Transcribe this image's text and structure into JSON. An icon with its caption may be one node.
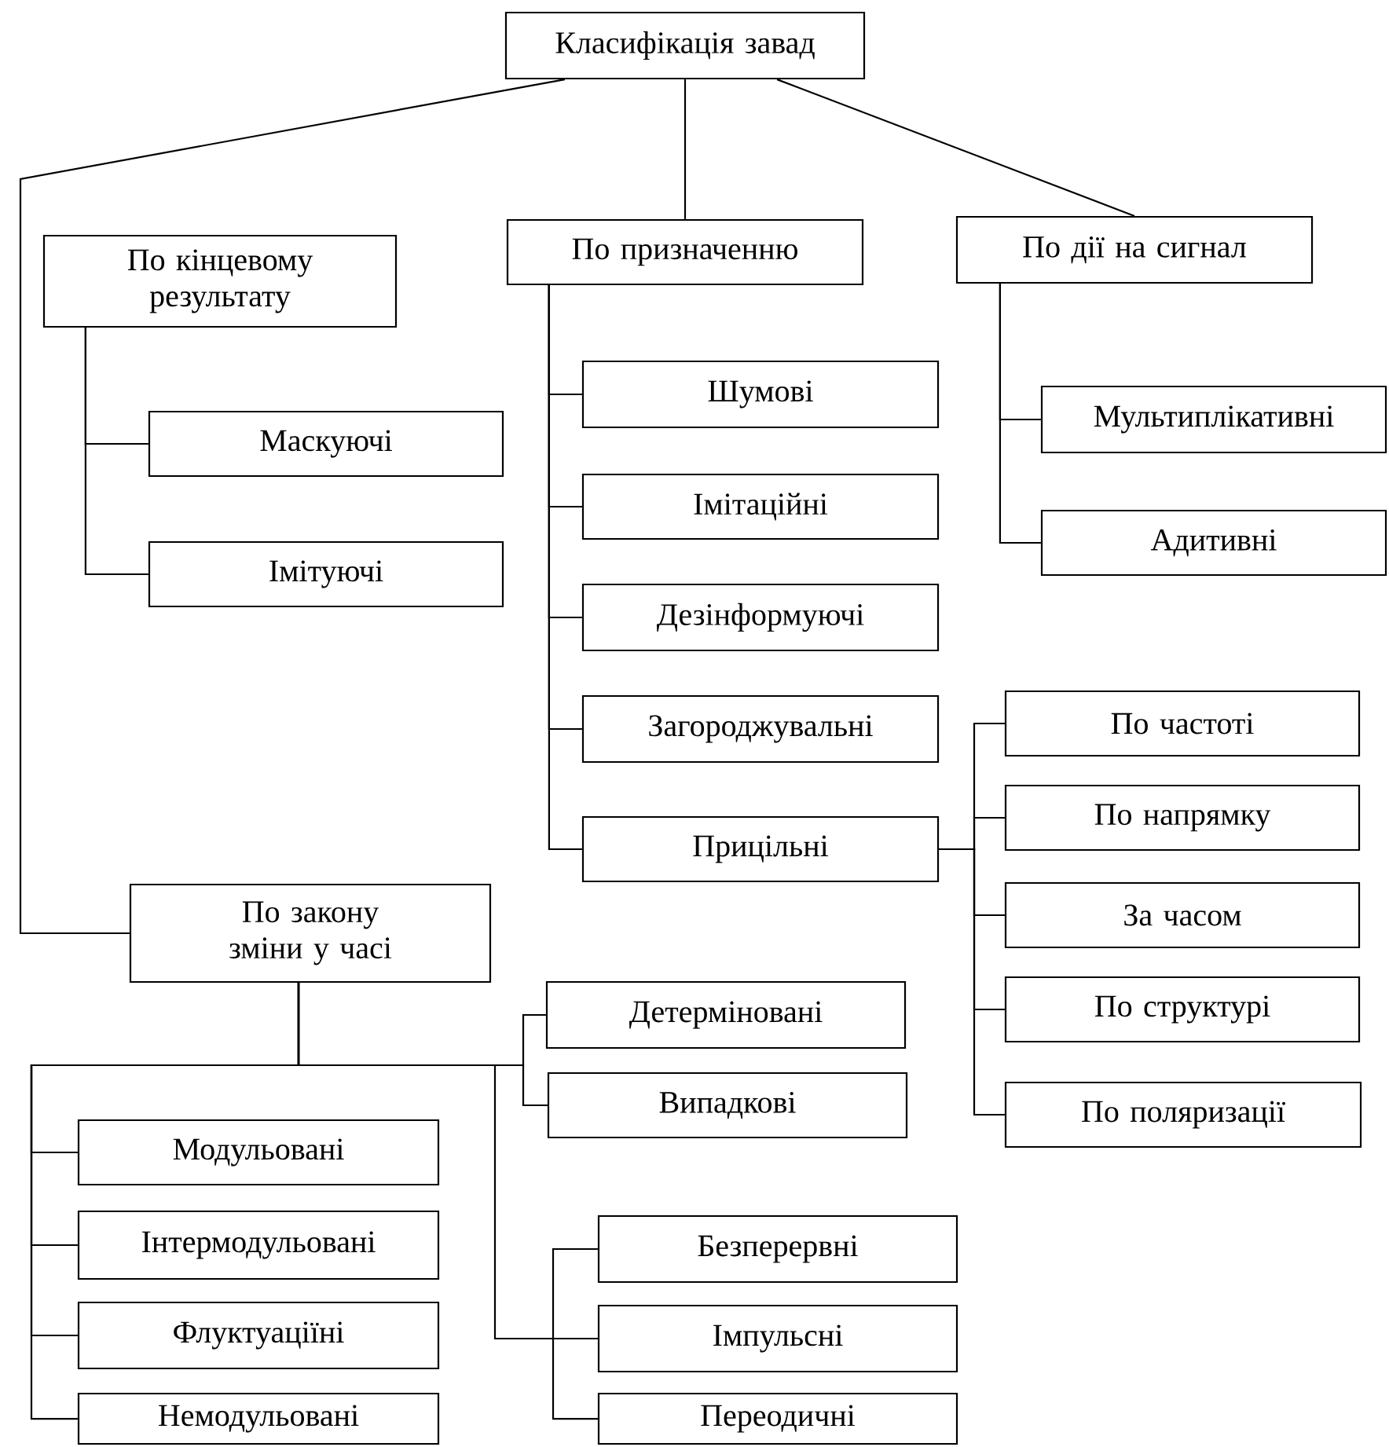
{
  "diagram": {
    "nodes": [
      {
        "text": [
          "Класифікація завад"
        ]
      },
      {
        "text": [
          "По кінцевому результату"
        ]
      },
      {
        "text": [
          "Маскуючі"
        ]
      },
      {
        "text": [
          "Імітуючі"
        ]
      },
      {
        "text": [
          "По призначенню"
        ]
      },
      {
        "text": [
          "Шумові"
        ]
      },
      {
        "text": [
          "Імітаційні"
        ]
      },
      {
        "text": [
          "Дезінформуючі"
        ]
      },
      {
        "text": [
          "Загороджувальні"
        ]
      },
      {
        "text": [
          "Прицільні"
        ]
      },
      {
        "text": [
          "По частоті"
        ]
      },
      {
        "text": [
          "По напрямку"
        ]
      },
      {
        "text": [
          "За часом"
        ]
      },
      {
        "text": [
          "По структурі"
        ]
      },
      {
        "text": [
          "По поляризації"
        ]
      },
      {
        "text": [
          "По дії на сигнал"
        ]
      },
      {
        "text": [
          "Мультиплікативні"
        ]
      },
      {
        "text": [
          "Адитивні"
        ]
      },
      {
        "text": [
          "По закону зміни у часі"
        ]
      },
      {
        "text": [
          "Детерміновані"
        ]
      },
      {
        "text": [
          "Випадкові"
        ]
      },
      {
        "text": [
          "Модульовані"
        ]
      },
      {
        "text": [
          "Інтермодульовані"
        ]
      },
      {
        "text": [
          "Флуктуаціїні"
        ]
      },
      {
        "text": [
          "Немодульовані"
        ]
      },
      {
        "text": [
          "Безперервні"
        ]
      },
      {
        "text": [
          "Імпульсні"
        ]
      },
      {
        "text": [
          "Переодичні"
        ]
      }
    ],
    "edges": [
      {
        "from": 0,
        "to": 18,
        "arrow": "none"
      },
      {
        "from": 0,
        "to": 4,
        "arrow": "none"
      },
      {
        "from": 0,
        "to": 15,
        "arrow": "none"
      },
      {
        "from": 1,
        "to": 2,
        "arrow": "none"
      },
      {
        "from": 1,
        "to": 3,
        "arrow": "none"
      },
      {
        "from": 4,
        "to": 5,
        "arrow": "none"
      },
      {
        "from": 4,
        "to": 6,
        "arrow": "none"
      },
      {
        "from": 4,
        "to": 7,
        "arrow": "none"
      },
      {
        "from": 4,
        "to": 8,
        "arrow": "none"
      },
      {
        "from": 4,
        "to": 9,
        "arrow": "none"
      },
      {
        "from": 9,
        "to": 10,
        "arrow": "none"
      },
      {
        "from": 9,
        "to": 11,
        "arrow": "none"
      },
      {
        "from": 9,
        "to": 12,
        "arrow": "none"
      },
      {
        "from": 9,
        "to": 13,
        "arrow": "none"
      },
      {
        "from": 9,
        "to": 14,
        "arrow": "none"
      },
      {
        "from": 15,
        "to": 16,
        "arrow": "none"
      },
      {
        "from": 15,
        "to": 17,
        "arrow": "none"
      },
      {
        "from": 18,
        "to": 19,
        "arrow": "none"
      },
      {
        "from": 18,
        "to": 20,
        "arrow": "none"
      },
      {
        "from": 18,
        "to": 21,
        "arrow": "none"
      },
      {
        "from": 18,
        "to": 22,
        "arrow": "none"
      },
      {
        "from": 18,
        "to": 23,
        "arrow": "none"
      },
      {
        "from": 18,
        "to": 24,
        "arrow": "none"
      },
      {
        "from": 18,
        "to": 25,
        "arrow": "none"
      },
      {
        "from": 18,
        "to": 26,
        "arrow": "none"
      },
      {
        "from": 18,
        "to": 27,
        "arrow": "none"
      }
    ]
  }
}
